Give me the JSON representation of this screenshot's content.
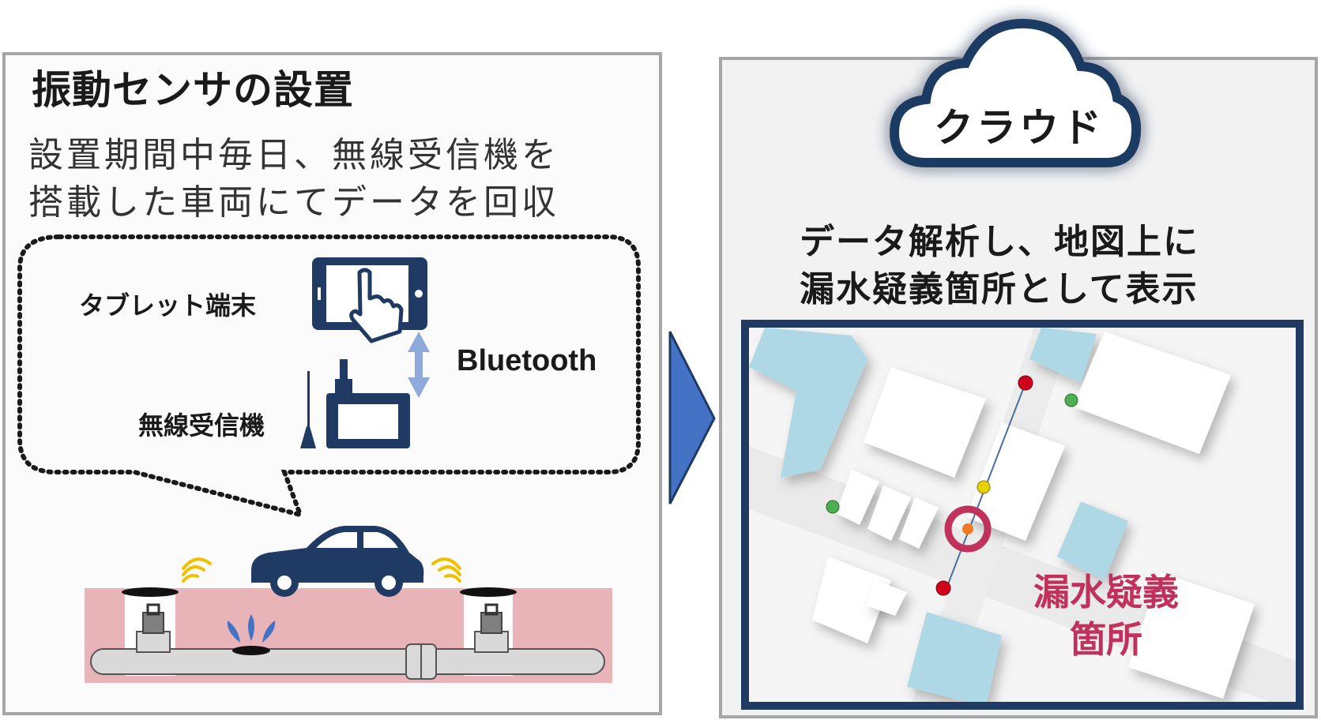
{
  "left_panel": {
    "title": "振動センサの設置",
    "description_line1": "設置期間中毎日、無線受信機を",
    "description_line2": "搭載した車両にてデータを回収",
    "tablet_label": "タブレット端末",
    "receiver_label": "無線受信機",
    "bluetooth_label": "Bluetooth"
  },
  "right_panel": {
    "cloud_label": "クラウド",
    "description_line1": "データ解析し、地図上に",
    "description_line2": "漏水疑義箇所として表示",
    "leak_label_line1": "漏水疑義",
    "leak_label_line2": "箇所"
  },
  "colors": {
    "navy": "#1f3b63",
    "sensor_ok": "#4caf50",
    "sensor_warn": "#e6d200",
    "sensor_alert": "#d0021b",
    "leak_ring": "#c0325b",
    "building_water": "#aed8e6",
    "soil": "#e8b4b8",
    "arrow": "#4472c4"
  }
}
